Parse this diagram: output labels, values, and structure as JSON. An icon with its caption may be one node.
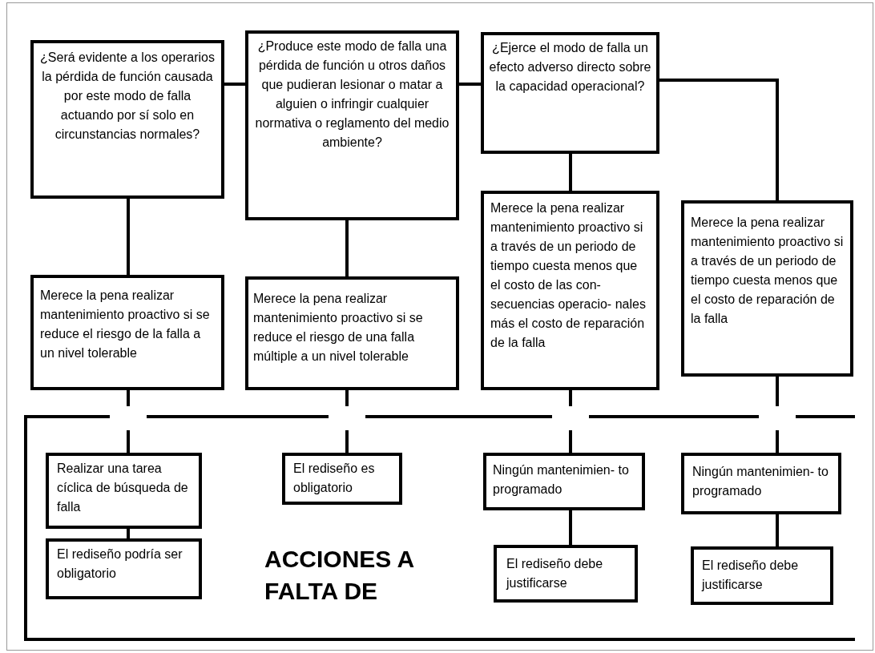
{
  "diagram": {
    "nodes": [
      {
        "text": [
          "¿Será evidente a los operarios la pérdida de función causada por este modo de falla actuando por sí solo en circunstancias normales?"
        ]
      },
      {
        "text": [
          "¿Produce este modo de falla una pérdida de función u otros daños que pudieran lesionar o matar a alguien o infringir cualquier normativa o reglamento del medio ambiente?"
        ]
      },
      {
        "text": [
          "¿Ejerce el modo de falla un efecto adverso directo sobre la capacidad operacional?"
        ]
      },
      {
        "text": [
          "Merece la pena realizar mantenimiento proactivo si se reduce el riesgo de la falla a un nivel tolerable"
        ]
      },
      {
        "text": [
          "Merece la pena realizar mantenimiento proactivo si se reduce el riesgo de una falla múltiple a un nivel tolerable"
        ]
      },
      {
        "text": [
          "Merece la pena realizar mantenimiento proactivo si a través de un periodo de tiempo cuesta menos que el costo de las con- secuencias operacio- nales más el costo de reparación de la falla"
        ]
      },
      {
        "text": [
          "Merece la pena realizar mantenimiento proactivo si a través de un periodo de tiempo cuesta menos que el costo de reparación de la falla"
        ]
      },
      {
        "text": [
          "ACCIONES A FALTA DE"
        ]
      },
      {
        "text": [
          "Realizar una tarea cíclica de búsqueda de falla"
        ],
        "in": 7
      },
      {
        "text": [
          "El rediseño podría ser obligatorio"
        ],
        "in": 7
      },
      {
        "text": [
          "El rediseño es obligatorio"
        ],
        "in": 7
      },
      {
        "text": [
          "Ningún mantenimien- to programado"
        ],
        "in": 7
      },
      {
        "text": [
          "El rediseño debe justificarse"
        ],
        "in": 7
      },
      {
        "text": [
          "Ningún mantenimien- to programado"
        ],
        "in": 7
      },
      {
        "text": [
          "El rediseño debe justificarse"
        ],
        "in": 7
      }
    ],
    "edges": [
      {
        "from": 0,
        "to": 1,
        "arrow": "none"
      },
      {
        "from": 1,
        "to": 2,
        "arrow": "none"
      },
      {
        "from": 2,
        "to": 6,
        "arrow": "none"
      },
      {
        "from": 0,
        "to": 3,
        "arrow": "none"
      },
      {
        "from": 1,
        "to": 4,
        "arrow": "none"
      },
      {
        "from": 2,
        "to": 5,
        "arrow": "none"
      },
      {
        "from": 3,
        "to": 8,
        "arrow": "none",
        "style": "dashed"
      },
      {
        "from": 4,
        "to": 10,
        "arrow": "none",
        "style": "dashed"
      },
      {
        "from": 5,
        "to": 11,
        "arrow": "none",
        "style": "dashed"
      },
      {
        "from": 6,
        "to": 13,
        "arrow": "none",
        "style": "dashed"
      },
      {
        "from": 8,
        "to": 9,
        "arrow": "none"
      },
      {
        "from": 11,
        "to": 12,
        "arrow": "none"
      },
      {
        "from": 13,
        "to": 14,
        "arrow": "none"
      }
    ]
  }
}
